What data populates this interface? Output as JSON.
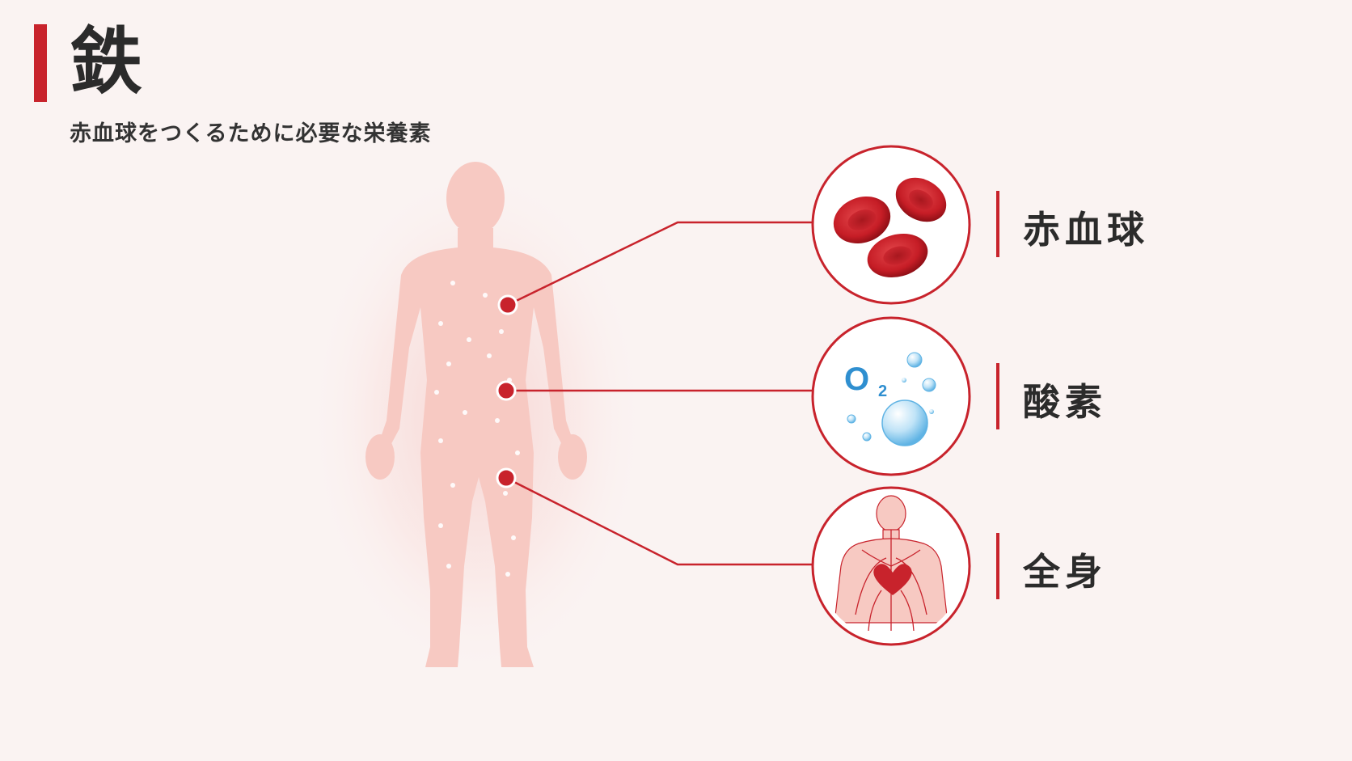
{
  "header": {
    "title": "鉄",
    "subtitle": "赤血球をつくるために必要な栄養素"
  },
  "items": [
    {
      "label": "赤血球",
      "icon": "red-blood-cells-icon"
    },
    {
      "label": "酸素",
      "icon": "oxygen-icon",
      "o2_symbol": "O",
      "o2_subscript": "2"
    },
    {
      "label": "全身",
      "icon": "circulatory-system-icon"
    }
  ],
  "colors": {
    "accent": "#c8232c",
    "body": "#f7c9c2",
    "background": "#faf3f2",
    "oxygen": "#2f8fd0"
  }
}
